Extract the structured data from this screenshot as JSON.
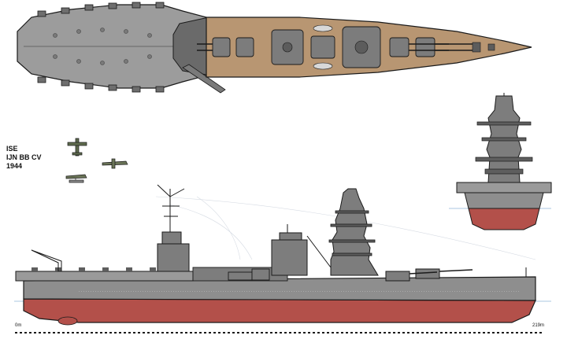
{
  "caption": {
    "line1": "ISE",
    "line2": "IJN BB CV",
    "line3": "1944"
  },
  "scale": {
    "start_label": "0m",
    "end_label": "219m"
  },
  "colors": {
    "hull_gray": "#8e8e8e",
    "deck_gray": "#9a9a9a",
    "wood_deck": "#b89672",
    "hull_red": "#b3504a",
    "dark_gray": "#5e5e5e",
    "outline": "#1a1a1a",
    "waterline": "#8fb4d8"
  }
}
